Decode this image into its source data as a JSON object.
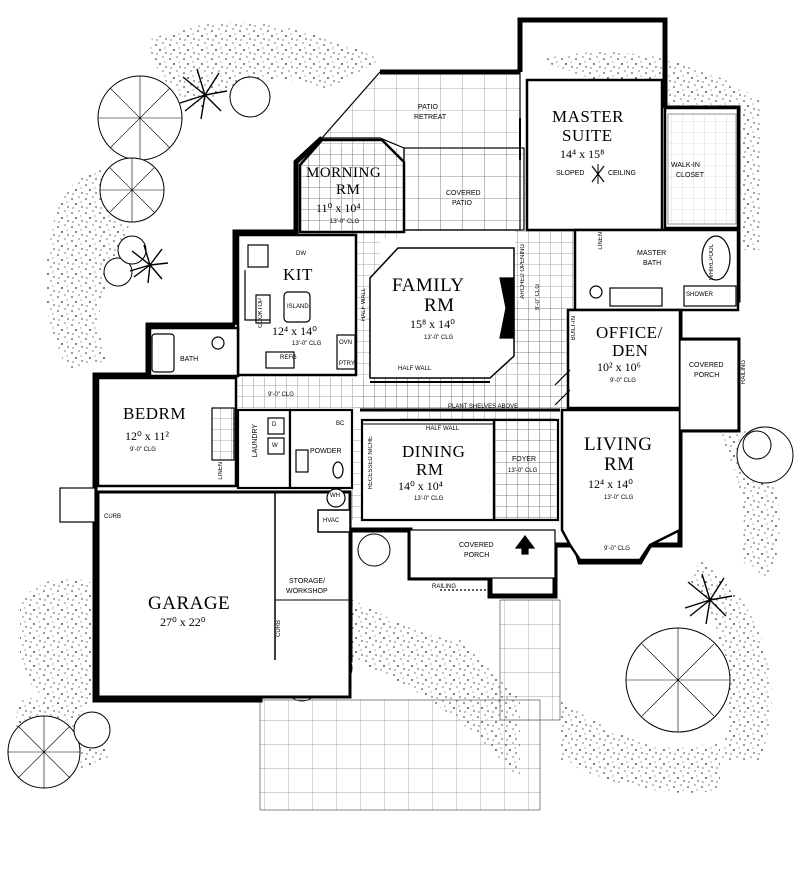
{
  "rooms": {
    "master_suite": {
      "name_1": "MASTER",
      "name_2": "SUITE",
      "dims": "14⁴ x 15⁸",
      "note_1": "SLOPED",
      "note_2": "CEILING"
    },
    "walk_in_closet": {
      "name_1": "WALK-IN",
      "name_2": "CLOSET"
    },
    "patio_retreat": {
      "name_1": "PATIO",
      "name_2": "RETREAT"
    },
    "covered_patio": {
      "name_1": "COVERED",
      "name_2": "PATIO"
    },
    "morning_rm": {
      "name_1": "MORNING",
      "name_2": "RM",
      "dims": "11⁰ x 10⁴",
      "clg": "13'-0\" CLG"
    },
    "kit": {
      "name": "KIT",
      "dims": "12⁴ x 14⁰",
      "clg": "13'-0\" CLG"
    },
    "family_rm": {
      "name_1": "FAMILY",
      "name_2": "RM",
      "dims": "15⁸ x 14⁰",
      "clg": "13'-0\" CLG"
    },
    "master_bath": {
      "name_1": "MASTER",
      "name_2": "BATH"
    },
    "office_den": {
      "name_1": "OFFICE/",
      "name_2": "DEN",
      "dims": "10² x 10⁶",
      "clg": "9'-0\" CLG"
    },
    "covered_porch_e": {
      "name_1": "COVERED",
      "name_2": "PORCH"
    },
    "bath": {
      "name": "BATH"
    },
    "bedrm": {
      "name": "BEDRM",
      "dims": "12⁰ x 11²",
      "clg": "9'-0\" CLG"
    },
    "laundry": {
      "name": "LAUNDRY"
    },
    "powder": {
      "name": "POWDER"
    },
    "dining_rm": {
      "name_1": "DINING",
      "name_2": "RM",
      "dims": "14⁰ x 10⁴",
      "clg": "13'-0\" CLG"
    },
    "foyer": {
      "name": "FOYER",
      "clg": "13'-0\" CLG"
    },
    "living_rm": {
      "name_1": "LIVING",
      "name_2": "RM",
      "dims": "12⁴ x 14⁰",
      "clg": "13'-0\" CLG",
      "bay_clg": "9'-0\" CLG"
    },
    "covered_porch_s": {
      "name_1": "COVERED",
      "name_2": "PORCH"
    },
    "garage": {
      "name": "GARAGE",
      "dims": "27⁰ x 22⁰"
    },
    "storage": {
      "name_1": "STORAGE/",
      "name_2": "WORKSHOP"
    }
  },
  "fixtures": {
    "dw": "DW",
    "island": "ISLAND",
    "cooktop": "COOKTOP",
    "refg": "REFG",
    "ovn": "OVN",
    "ptry": "PTRY",
    "half_wall": "HALF WALL",
    "hall_clg": "9'-0\" CLG",
    "plant_shelves": "PLANT SHELVES ABOVE",
    "arched_opening": "ARCHED OPENING",
    "linen": "LINEN",
    "whirlpool": "WHIRLPOOL",
    "shower": "SHOWER",
    "built_in": "BUILT-IN",
    "railing": "RAILING",
    "bc": "BC",
    "wh": "WH",
    "hvac": "HVAC",
    "recessed_niche": "RECESSED NICHE",
    "curb": "CURB",
    "d": "D",
    "w": "W",
    "linen2": "LINEN",
    "family_clg": "9'-0\" CLG"
  }
}
